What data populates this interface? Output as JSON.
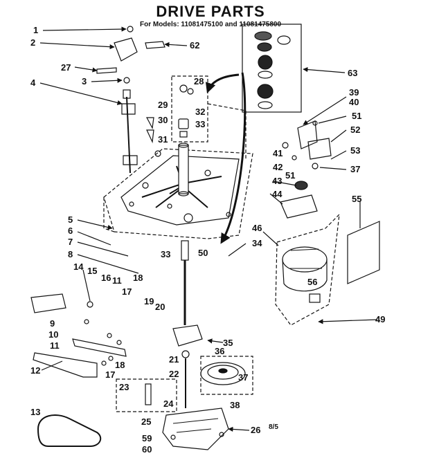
{
  "header": {
    "title": "DRIVE PARTS",
    "subtitle": "For Models: 11081475100 and 11081475800"
  },
  "footnote": "8/5",
  "callouts": [
    {
      "id": "c1",
      "label": "1"
    },
    {
      "id": "c2",
      "label": "2"
    },
    {
      "id": "c3",
      "label": "3"
    },
    {
      "id": "c4",
      "label": "4"
    },
    {
      "id": "c5",
      "label": "5"
    },
    {
      "id": "c6",
      "label": "6"
    },
    {
      "id": "c7",
      "label": "7"
    },
    {
      "id": "c8",
      "label": "8"
    },
    {
      "id": "c9",
      "label": "9"
    },
    {
      "id": "c10",
      "label": "10"
    },
    {
      "id": "c11a",
      "label": "11"
    },
    {
      "id": "c11b",
      "label": "11"
    },
    {
      "id": "c12",
      "label": "12"
    },
    {
      "id": "c13",
      "label": "13"
    },
    {
      "id": "c14",
      "label": "14"
    },
    {
      "id": "c15",
      "label": "15"
    },
    {
      "id": "c16",
      "label": "16"
    },
    {
      "id": "c17a",
      "label": "17"
    },
    {
      "id": "c17b",
      "label": "17"
    },
    {
      "id": "c18a",
      "label": "18"
    },
    {
      "id": "c18b",
      "label": "18"
    },
    {
      "id": "c19",
      "label": "19"
    },
    {
      "id": "c20",
      "label": "20"
    },
    {
      "id": "c21",
      "label": "21"
    },
    {
      "id": "c22",
      "label": "22"
    },
    {
      "id": "c23",
      "label": "23"
    },
    {
      "id": "c24",
      "label": "24"
    },
    {
      "id": "c25",
      "label": "25"
    },
    {
      "id": "c26",
      "label": "26"
    },
    {
      "id": "c27",
      "label": "27"
    },
    {
      "id": "c28",
      "label": "28"
    },
    {
      "id": "c29",
      "label": "29"
    },
    {
      "id": "c30",
      "label": "30"
    },
    {
      "id": "c31",
      "label": "31"
    },
    {
      "id": "c32",
      "label": "32"
    },
    {
      "id": "c33a",
      "label": "33"
    },
    {
      "id": "c33b",
      "label": "33"
    },
    {
      "id": "c34",
      "label": "34"
    },
    {
      "id": "c35",
      "label": "35"
    },
    {
      "id": "c36",
      "label": "36"
    },
    {
      "id": "c37a",
      "label": "37"
    },
    {
      "id": "c37b",
      "label": "37"
    },
    {
      "id": "c38",
      "label": "38"
    },
    {
      "id": "c39",
      "label": "39"
    },
    {
      "id": "c40",
      "label": "40"
    },
    {
      "id": "c41",
      "label": "41"
    },
    {
      "id": "c42",
      "label": "42"
    },
    {
      "id": "c43",
      "label": "43"
    },
    {
      "id": "c44",
      "label": "44"
    },
    {
      "id": "c46",
      "label": "46"
    },
    {
      "id": "c49",
      "label": "49"
    },
    {
      "id": "c50",
      "label": "50"
    },
    {
      "id": "c51a",
      "label": "51"
    },
    {
      "id": "c51b",
      "label": "51"
    },
    {
      "id": "c52",
      "label": "52"
    },
    {
      "id": "c53",
      "label": "53"
    },
    {
      "id": "c55",
      "label": "55"
    },
    {
      "id": "c56",
      "label": "56"
    },
    {
      "id": "c59",
      "label": "59"
    },
    {
      "id": "c60",
      "label": "60"
    },
    {
      "id": "c62",
      "label": "62"
    },
    {
      "id": "c63",
      "label": "63"
    }
  ]
}
